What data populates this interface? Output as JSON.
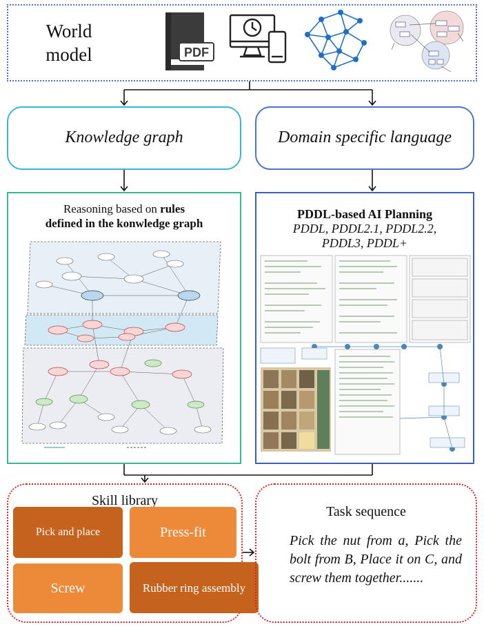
{
  "world_model": {
    "label": "World model",
    "pdf_text": "PDF"
  },
  "knowledge_graph": {
    "title": "Knowledge graph",
    "reasoning_line1": "Reasoning based on",
    "reasoning_bold": "rules",
    "reasoning_line2": "defined in the konwledge graph"
  },
  "dsl": {
    "title": "Domain specific language",
    "pddl_title": "PDDL-based AI Planning",
    "pddl_variants_line1": "PDDL, PDDL2.1, PDDL2.2,",
    "pddl_variants_line2": "PDDL3, PDDL+"
  },
  "skill_library": {
    "title": "Skill library",
    "skills": [
      "Pick and place",
      "Press-fit",
      "Screw",
      "Rubber ring assembly"
    ]
  },
  "task_sequence": {
    "title": "Task sequence",
    "text": "Pick the nut from a, Pick the bolt from B, Place it on C, and screw them together......."
  }
}
